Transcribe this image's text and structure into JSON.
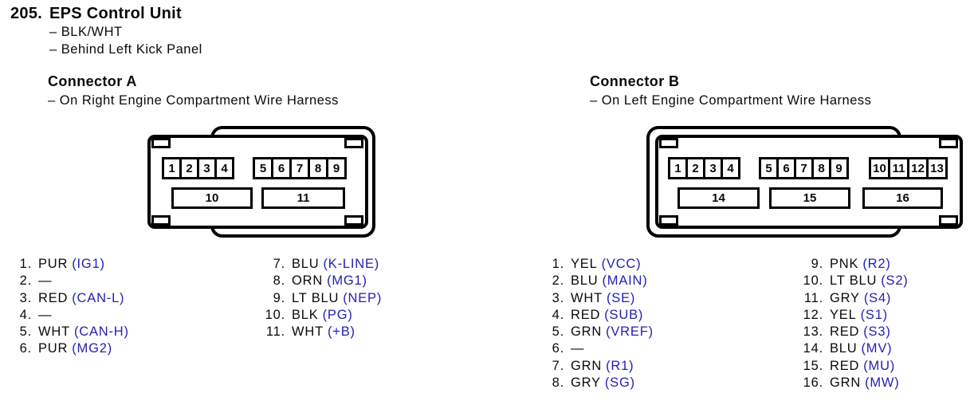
{
  "header": {
    "number": "205.",
    "title": "EPS Control Unit",
    "notes": [
      "– BLK/WHT",
      "– Behind Left Kick Panel"
    ]
  },
  "colors": {
    "signal_text_blue": "#2222b2",
    "line_black": "#000000",
    "background": "#ffffff"
  },
  "connectors": [
    {
      "id": "A",
      "title": "Connector A",
      "location": "– On Right Engine Compartment Wire Harness",
      "diagram": {
        "top_groups": [
          [
            "1",
            "2",
            "3",
            "4"
          ],
          [
            "5",
            "6",
            "7",
            "8",
            "9"
          ]
        ],
        "bottom_row": [
          "10",
          "11"
        ]
      },
      "pins": [
        {
          "label": "1.",
          "wire": "PUR",
          "signal": "(IG1)"
        },
        {
          "label": "2.",
          "wire": "—",
          "signal": ""
        },
        {
          "label": "3.",
          "wire": "RED",
          "signal": "(CAN-L)"
        },
        {
          "label": "4.",
          "wire": "—",
          "signal": ""
        },
        {
          "label": "5.",
          "wire": "WHT",
          "signal": "(CAN-H)"
        },
        {
          "label": "6.",
          "wire": "PUR",
          "signal": "(MG2)"
        },
        {
          "label": "7.",
          "wire": "BLU",
          "signal": "(K-LINE)"
        },
        {
          "label": "8.",
          "wire": "ORN",
          "signal": "(MG1)"
        },
        {
          "label": "9.",
          "wire": "LT BLU",
          "signal": "(NEP)"
        },
        {
          "label": "10.",
          "wire": "BLK",
          "signal": "(PG)"
        },
        {
          "label": "11.",
          "wire": "WHT",
          "signal": "(+B)"
        }
      ]
    },
    {
      "id": "B",
      "title": "Connector B",
      "location": "– On Left Engine Compartment Wire Harness",
      "diagram": {
        "top_groups": [
          [
            "1",
            "2",
            "3",
            "4"
          ],
          [
            "5",
            "6",
            "7",
            "8",
            "9"
          ],
          [
            "10",
            "11",
            "12",
            "13"
          ]
        ],
        "bottom_row": [
          "14",
          "15",
          "16"
        ]
      },
      "pins": [
        {
          "label": "1.",
          "wire": "YEL",
          "signal": "(VCC)"
        },
        {
          "label": "2.",
          "wire": "BLU",
          "signal": "(MAIN)"
        },
        {
          "label": "3.",
          "wire": "WHT",
          "signal": "(SE)"
        },
        {
          "label": "4.",
          "wire": "RED",
          "signal": "(SUB)"
        },
        {
          "label": "5.",
          "wire": "GRN",
          "signal": "(VREF)"
        },
        {
          "label": "6.",
          "wire": "—",
          "signal": ""
        },
        {
          "label": "7.",
          "wire": "GRN",
          "signal": "(R1)"
        },
        {
          "label": "8.",
          "wire": "GRY",
          "signal": "(SG)"
        },
        {
          "label": "9.",
          "wire": "PNK",
          "signal": "(R2)"
        },
        {
          "label": "10.",
          "wire": "LT BLU",
          "signal": "(S2)"
        },
        {
          "label": "11.",
          "wire": "GRY",
          "signal": "(S4)"
        },
        {
          "label": "12.",
          "wire": "YEL",
          "signal": "(S1)"
        },
        {
          "label": "13.",
          "wire": "RED",
          "signal": "(S3)"
        },
        {
          "label": "14.",
          "wire": "BLU",
          "signal": "(MV)"
        },
        {
          "label": "15.",
          "wire": "RED",
          "signal": "(MU)"
        },
        {
          "label": "16.",
          "wire": "GRN",
          "signal": "(MW)"
        }
      ]
    }
  ]
}
